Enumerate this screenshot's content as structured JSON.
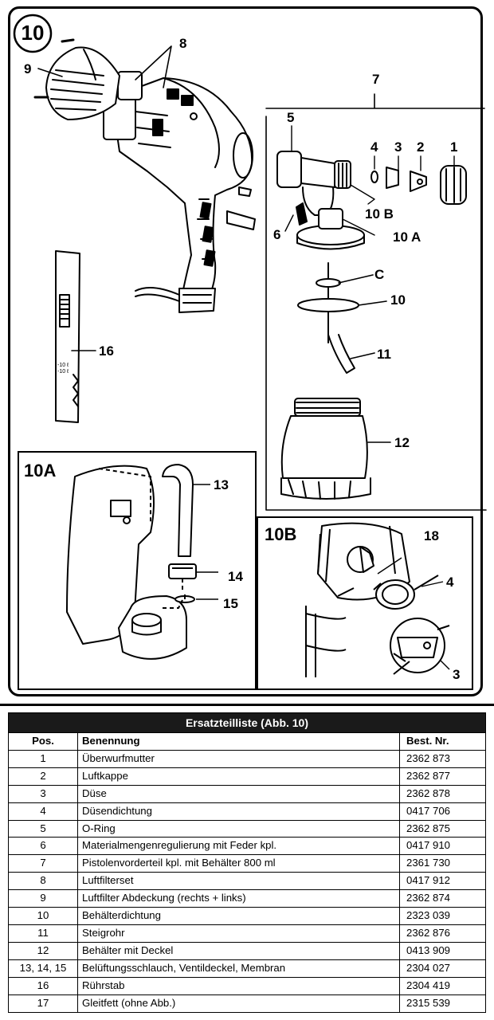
{
  "figure": {
    "number": "10",
    "labels": {
      "l1": "1",
      "l2": "2",
      "l3": "3",
      "l4": "4",
      "l5": "5",
      "l6": "6",
      "l7": "7",
      "l8": "8",
      "l9": "9",
      "l10": "10",
      "l11": "11",
      "l12": "12",
      "l16": "16",
      "l10A": "10 A",
      "l10B": "10 B",
      "lC": "C"
    },
    "inset_a": {
      "title": "10A",
      "l13": "13",
      "l14": "14",
      "l15": "15"
    },
    "inset_b": {
      "title": "10B",
      "l18": "18",
      "l4": "4",
      "l3": "3"
    },
    "rod_marks": {
      "m1": "-10 ℓ",
      "m2": "-10 ℓ"
    }
  },
  "parts_list": {
    "title": "Ersatzteilliste (Abb. 10)",
    "headers": {
      "pos": "Pos.",
      "name": "Benennung",
      "nr": "Best. Nr."
    },
    "rows": [
      {
        "pos": "1",
        "name": "Überwurfmutter",
        "nr": "2362 873"
      },
      {
        "pos": "2",
        "name": "Luftkappe",
        "nr": "2362 877"
      },
      {
        "pos": "3",
        "name": "Düse",
        "nr": "2362 878"
      },
      {
        "pos": "4",
        "name": "Düsendichtung",
        "nr": "0417 706"
      },
      {
        "pos": "5",
        "name": "O-Ring",
        "nr": "2362 875"
      },
      {
        "pos": "6",
        "name": "Materialmengenregulierung mit Feder kpl.",
        "nr": "0417 910"
      },
      {
        "pos": "7",
        "name": "Pistolenvorderteil kpl. mit Behälter 800 ml",
        "nr": "2361 730"
      },
      {
        "pos": "8",
        "name": "Luftfilterset",
        "nr": "0417 912"
      },
      {
        "pos": "9",
        "name": "Luftfilter Abdeckung (rechts + links)",
        "nr": "2362 874"
      },
      {
        "pos": "10",
        "name": "Behälterdichtung",
        "nr": "2323 039"
      },
      {
        "pos": "11",
        "name": "Steigrohr",
        "nr": "2362 876"
      },
      {
        "pos": "12",
        "name": "Behälter mit Deckel",
        "nr": "0413 909"
      },
      {
        "pos": "13, 14, 15",
        "name": "Belüftungsschlauch, Ventildeckel, Membran",
        "nr": "2304 027"
      },
      {
        "pos": "16",
        "name": "Rührstab",
        "nr": "2304 419"
      },
      {
        "pos": "17",
        "name": "Gleitfett (ohne Abb.)",
        "nr": "2315 539"
      }
    ]
  }
}
